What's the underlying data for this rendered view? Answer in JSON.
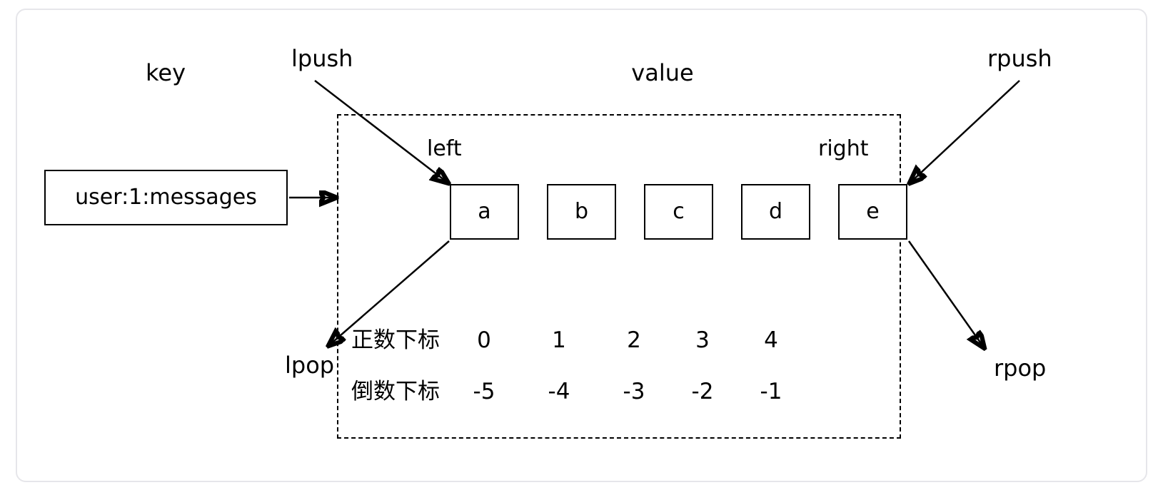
{
  "diagram": {
    "title_labels": {
      "key": "key",
      "value": "value"
    },
    "key_box": {
      "label": "user:1:messages"
    },
    "endpoint_labels": {
      "left": "left",
      "right": "right"
    },
    "operations": {
      "lpush": "lpush",
      "rpush": "rpush",
      "lpop": "lpop",
      "rpop": "rpop"
    },
    "cells": [
      {
        "value": "a"
      },
      {
        "value": "b"
      },
      {
        "value": "c"
      },
      {
        "value": "d"
      },
      {
        "value": "e"
      }
    ],
    "index_rows": [
      {
        "title": "正数下标",
        "values": [
          "0",
          "1",
          "2",
          "3",
          "4"
        ]
      },
      {
        "title": "倒数下标",
        "values": [
          "-5",
          "-4",
          "-3",
          "-2",
          "-1"
        ]
      }
    ],
    "colors": {
      "stroke": "#000000",
      "frame": "#e6e6ea",
      "background": "#ffffff"
    }
  }
}
